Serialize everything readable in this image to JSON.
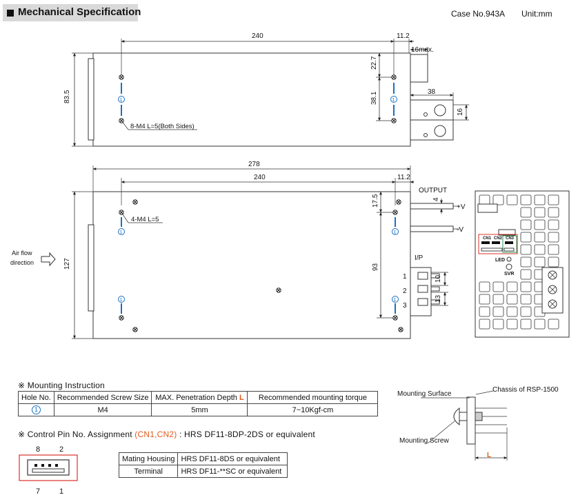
{
  "header": {
    "title": "Mechanical Specification",
    "case_no": "Case No.943A",
    "unit": "Unit:mm"
  },
  "top_view": {
    "dim_240": "240",
    "dim_11_2": "11.2",
    "dim_16max": "16max.",
    "dim_83_5": "83.5",
    "dim_22_7": "22.7",
    "dim_38_1": "38.1",
    "dim_38": "38",
    "dim_16": "16",
    "callout": "8-M4 L=5(Both Sides)",
    "hole_marker": "1"
  },
  "bottom_view": {
    "dim_278": "278",
    "dim_240": "240",
    "dim_11_2": "11.2",
    "dim_17_5": "17.5",
    "dim_127": "127",
    "dim_93": "93",
    "dim_4": "4",
    "dim_10": "10",
    "dim_13": "13",
    "output": "OUTPUT",
    "plus_v": "+V",
    "minus_v": "-V",
    "ip": "I/P",
    "pin1": "1",
    "pin2": "2",
    "pin3": "3",
    "callout": "4-M4 L=5",
    "airflow_line1": "Air flow",
    "airflow_line2": "direction",
    "hole_marker": "1"
  },
  "front_panel": {
    "cn1": "CN1",
    "cn2": "CN2",
    "cn3": "CN3",
    "led": "LED",
    "svr": "SVR"
  },
  "mounting": {
    "title": "※ Mounting Instruction",
    "headers": [
      "Hole No.",
      "Recommended Screw Size",
      "MAX. Penetration Depth",
      "Recommended mounting torque"
    ],
    "depth_letter": "L",
    "row": {
      "hole": "1",
      "screw": "M4",
      "depth": "5mm",
      "torque": "7~10Kgf-cm"
    }
  },
  "mount_diagram": {
    "surface": "Mounting Surface",
    "chassis": "Chassis of RSP-1500",
    "screw": "Mounting Screw",
    "l": "L"
  },
  "control_pin": {
    "title_prefix": "※ Control Pin No. Assignment",
    "title_cn": "(CN1,CN2)",
    "title_suffix": ": HRS DF11-8DP-2DS or equivalent",
    "pin8": "8",
    "pin2": "2",
    "pin7": "7",
    "pin1": "1",
    "table": [
      {
        "label": "Mating Housing",
        "value": "HRS DF11-8DS or equivalent"
      },
      {
        "label": "Terminal",
        "value": "HRS DF11-**SC or equivalent"
      }
    ]
  },
  "colors": {
    "accent": "#e05a1c",
    "hole_blue": "#1a6fc0",
    "pin_box": "#d9302a",
    "cn3_box": "#2a9a5a"
  }
}
